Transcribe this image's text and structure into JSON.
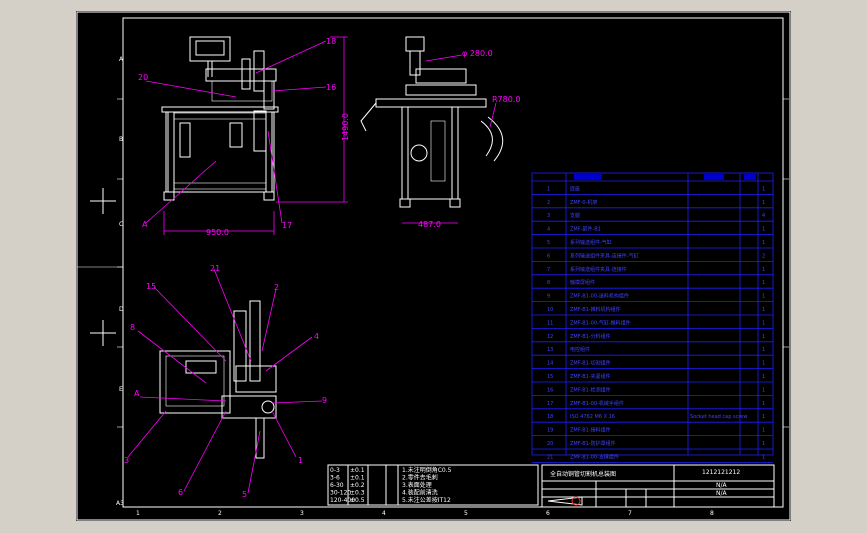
{
  "border_labels": {
    "left_letters": [
      "A",
      "B",
      "C",
      "D",
      "E",
      "A3"
    ],
    "bottom_numbers": [
      "1",
      "2",
      "3",
      "4",
      "5",
      "6",
      "7",
      "8"
    ]
  },
  "front_view": {
    "callouts": [
      "18",
      "16",
      "20",
      "17",
      "A"
    ],
    "dim_width": "950.0",
    "dim_height": "1490.0"
  },
  "side_view": {
    "dim_diameter": "φ 280.0",
    "dim_radius": "R780.0",
    "dim_width": "487.0"
  },
  "top_view": {
    "callouts": [
      "21",
      "2",
      "4",
      "9",
      "1",
      "5",
      "6",
      "3",
      "A",
      "8",
      "15"
    ]
  },
  "bom": {
    "rows": [
      {
        "no": "1",
        "name": "底座",
        "qty": "1"
      },
      {
        "no": "2",
        "name": "ZMF-0-机架",
        "qty": "1"
      },
      {
        "no": "3",
        "name": "支腿",
        "qty": "4"
      },
      {
        "no": "4",
        "name": "ZMF-部件-B1",
        "qty": "1"
      },
      {
        "no": "5",
        "name": "系列输送组件-气缸",
        "qty": "1"
      },
      {
        "no": "6",
        "name": "系列输送组件夹具-连接件-气缸",
        "qty": "2"
      },
      {
        "no": "7",
        "name": "系列输送组件夹具-连接件",
        "qty": "1"
      },
      {
        "no": "8",
        "name": "触摸屏组件",
        "qty": "1"
      },
      {
        "no": "9",
        "name": "ZMF-B1-00-送料机构组件",
        "qty": "1"
      },
      {
        "no": "10",
        "name": "ZMF-B1-推料机构组件",
        "qty": "1"
      },
      {
        "no": "11",
        "name": "ZMF-B1-00-气缸-推料组件",
        "qty": "1"
      },
      {
        "no": "12",
        "name": "ZMF-B1-分料组件",
        "qty": "1"
      },
      {
        "no": "13",
        "name": "电控组件",
        "qty": "1"
      },
      {
        "no": "14",
        "name": "ZMF-B1-切割组件",
        "qty": "1"
      },
      {
        "no": "15",
        "name": "ZMF-B1-夹紧组件",
        "qty": "1"
      },
      {
        "no": "16",
        "name": "ZMF-B1-检测组件",
        "qty": "1"
      },
      {
        "no": "17",
        "name": "ZMF-B1-00-机械手组件",
        "qty": "1"
      },
      {
        "no": "18",
        "name": "ISO 4762 M6 X 16",
        "spec": "Socket head cap screw",
        "qty": "1"
      },
      {
        "no": "19",
        "name": "ZMF-B1-接料组件",
        "qty": "1"
      },
      {
        "no": "20",
        "name": "ZMF-B1-防护罩组件",
        "qty": "1"
      },
      {
        "no": "21",
        "name": "ZMF-B1-00-支撑组件",
        "qty": "1"
      }
    ]
  },
  "notes": {
    "left_codes": [
      "0-3",
      "3-6",
      "6-30",
      "30-120",
      "120-400"
    ],
    "tolerances": [
      "±0.1",
      "±0.1",
      "±0.2",
      "±0.3",
      "±0.5"
    ],
    "lines": [
      "1.未注明倒角C0.5",
      "2.零件去毛刺",
      "3.表面处理",
      "4.装配前清洗",
      "5.未注公差按IT12"
    ]
  },
  "title_block": {
    "title": "全自动铜管切割机总装图",
    "drawing_no": "1212121212",
    "scale_label": "N/A",
    "sheet_label": "N/A"
  },
  "colors": {
    "background": "#000000",
    "outline": "#ffffff",
    "dimension": "#ff00ff",
    "table": "#1e1eff"
  }
}
